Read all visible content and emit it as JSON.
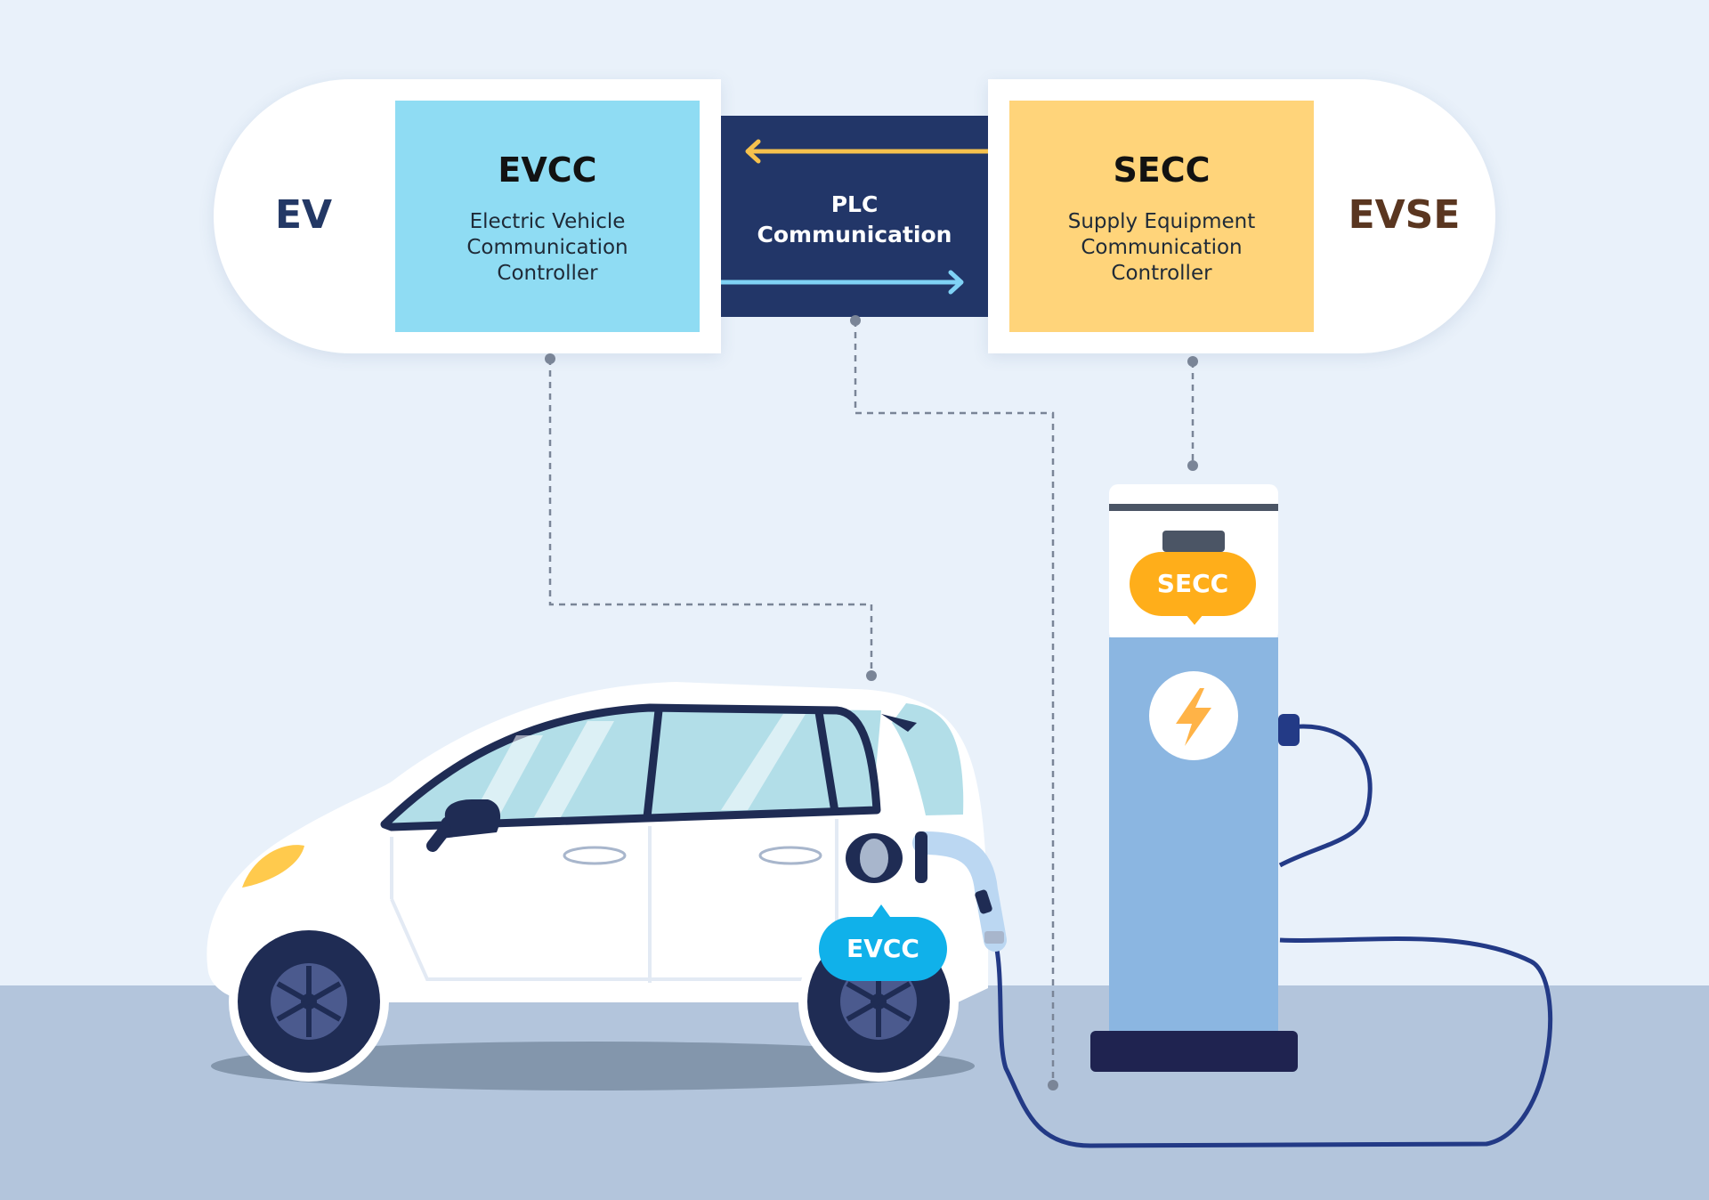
{
  "diagram": {
    "ev_label": "EV",
    "evse_label": "EVSE",
    "evcc_box": {
      "title": "EVCC",
      "subtitle": "Electric Vehicle Communication Controller"
    },
    "secc_box": {
      "title": "SECC",
      "subtitle": "Supply Equipment Communication Controller"
    },
    "plc_box": {
      "line1": "PLC",
      "line2": "Communication"
    },
    "charger_badge": "SECC",
    "vehicle_badge": "EVCC"
  },
  "colors": {
    "background": "#E9F1FA",
    "floor": "#B3C5DC",
    "evcc_fill": "#8FDCF3",
    "secc_fill": "#FFD47A",
    "plc_fill": "#223668",
    "arrow_left": "#F6C14D",
    "arrow_right": "#7FD2F5",
    "secc_badge": "#FFAE1A",
    "evcc_badge": "#10B1EA",
    "charger_body": "#8BB6E1",
    "cable": "#233A86"
  },
  "icons": [
    "lightning-icon",
    "wheel-icon",
    "charging-plug-icon",
    "car-illustration",
    "charging-station-illustration"
  ]
}
